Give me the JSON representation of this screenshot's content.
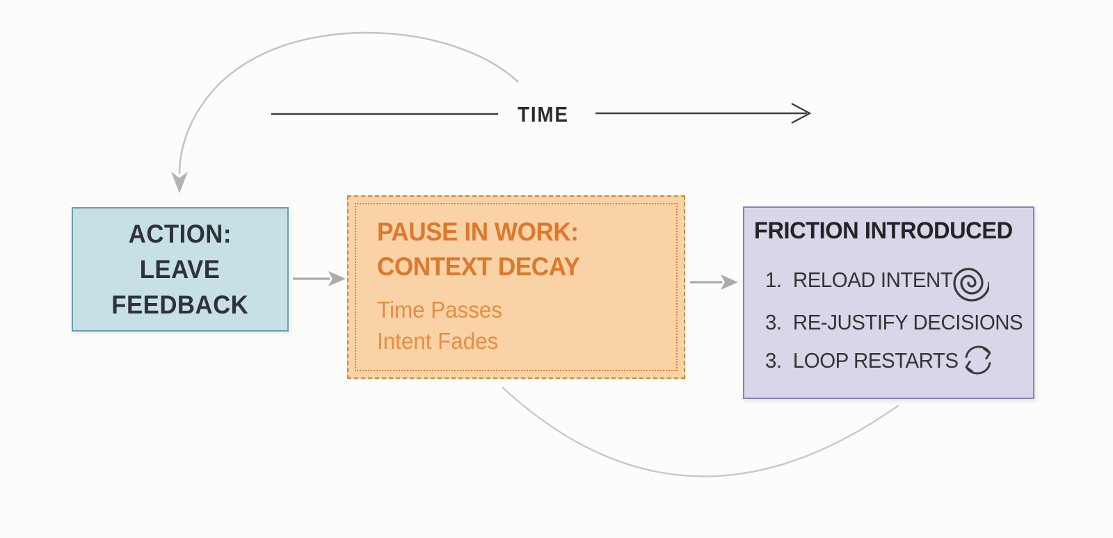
{
  "diagram": {
    "time_axis": {
      "label": "TIME"
    },
    "action_box": {
      "lines": [
        "ACTION:",
        "LEAVE",
        "FEEDBACK"
      ]
    },
    "pause_box": {
      "title_lines": [
        "PAUSE IN WORK:",
        "CONTEXT DECAY"
      ],
      "detail_lines": [
        "Time Passes",
        "Intent Fades"
      ]
    },
    "friction_box": {
      "title": "FRICTION INTRODUCED",
      "items": [
        {
          "number": "1.",
          "label": "RELOAD INTENT",
          "icon": "spiral-icon"
        },
        {
          "number": "3.",
          "label": "RE-JUSTIFY DECISIONS",
          "icon": ""
        },
        {
          "number": "3.",
          "label": "LOOP RESTARTS",
          "icon": "cycle-icon"
        }
      ]
    },
    "colors": {
      "background": "#fcfcfa",
      "action_fill": "#c7e0e6",
      "action_border": "#64a0ae",
      "action_text": "#2e3337",
      "pause_fill": "#f9d3a5",
      "pause_border": "#d8823e",
      "pause_title_text": "#df772c",
      "pause_detail_text": "#e68d45",
      "friction_fill": "#dad6e9",
      "friction_border": "#8a80c0",
      "friction_title_text": "#242424",
      "friction_item_text": "#333333",
      "axis_line": "#3f3f3f",
      "connector_arrow": "#ababab",
      "loop_curve": "#c7c7c7"
    }
  }
}
